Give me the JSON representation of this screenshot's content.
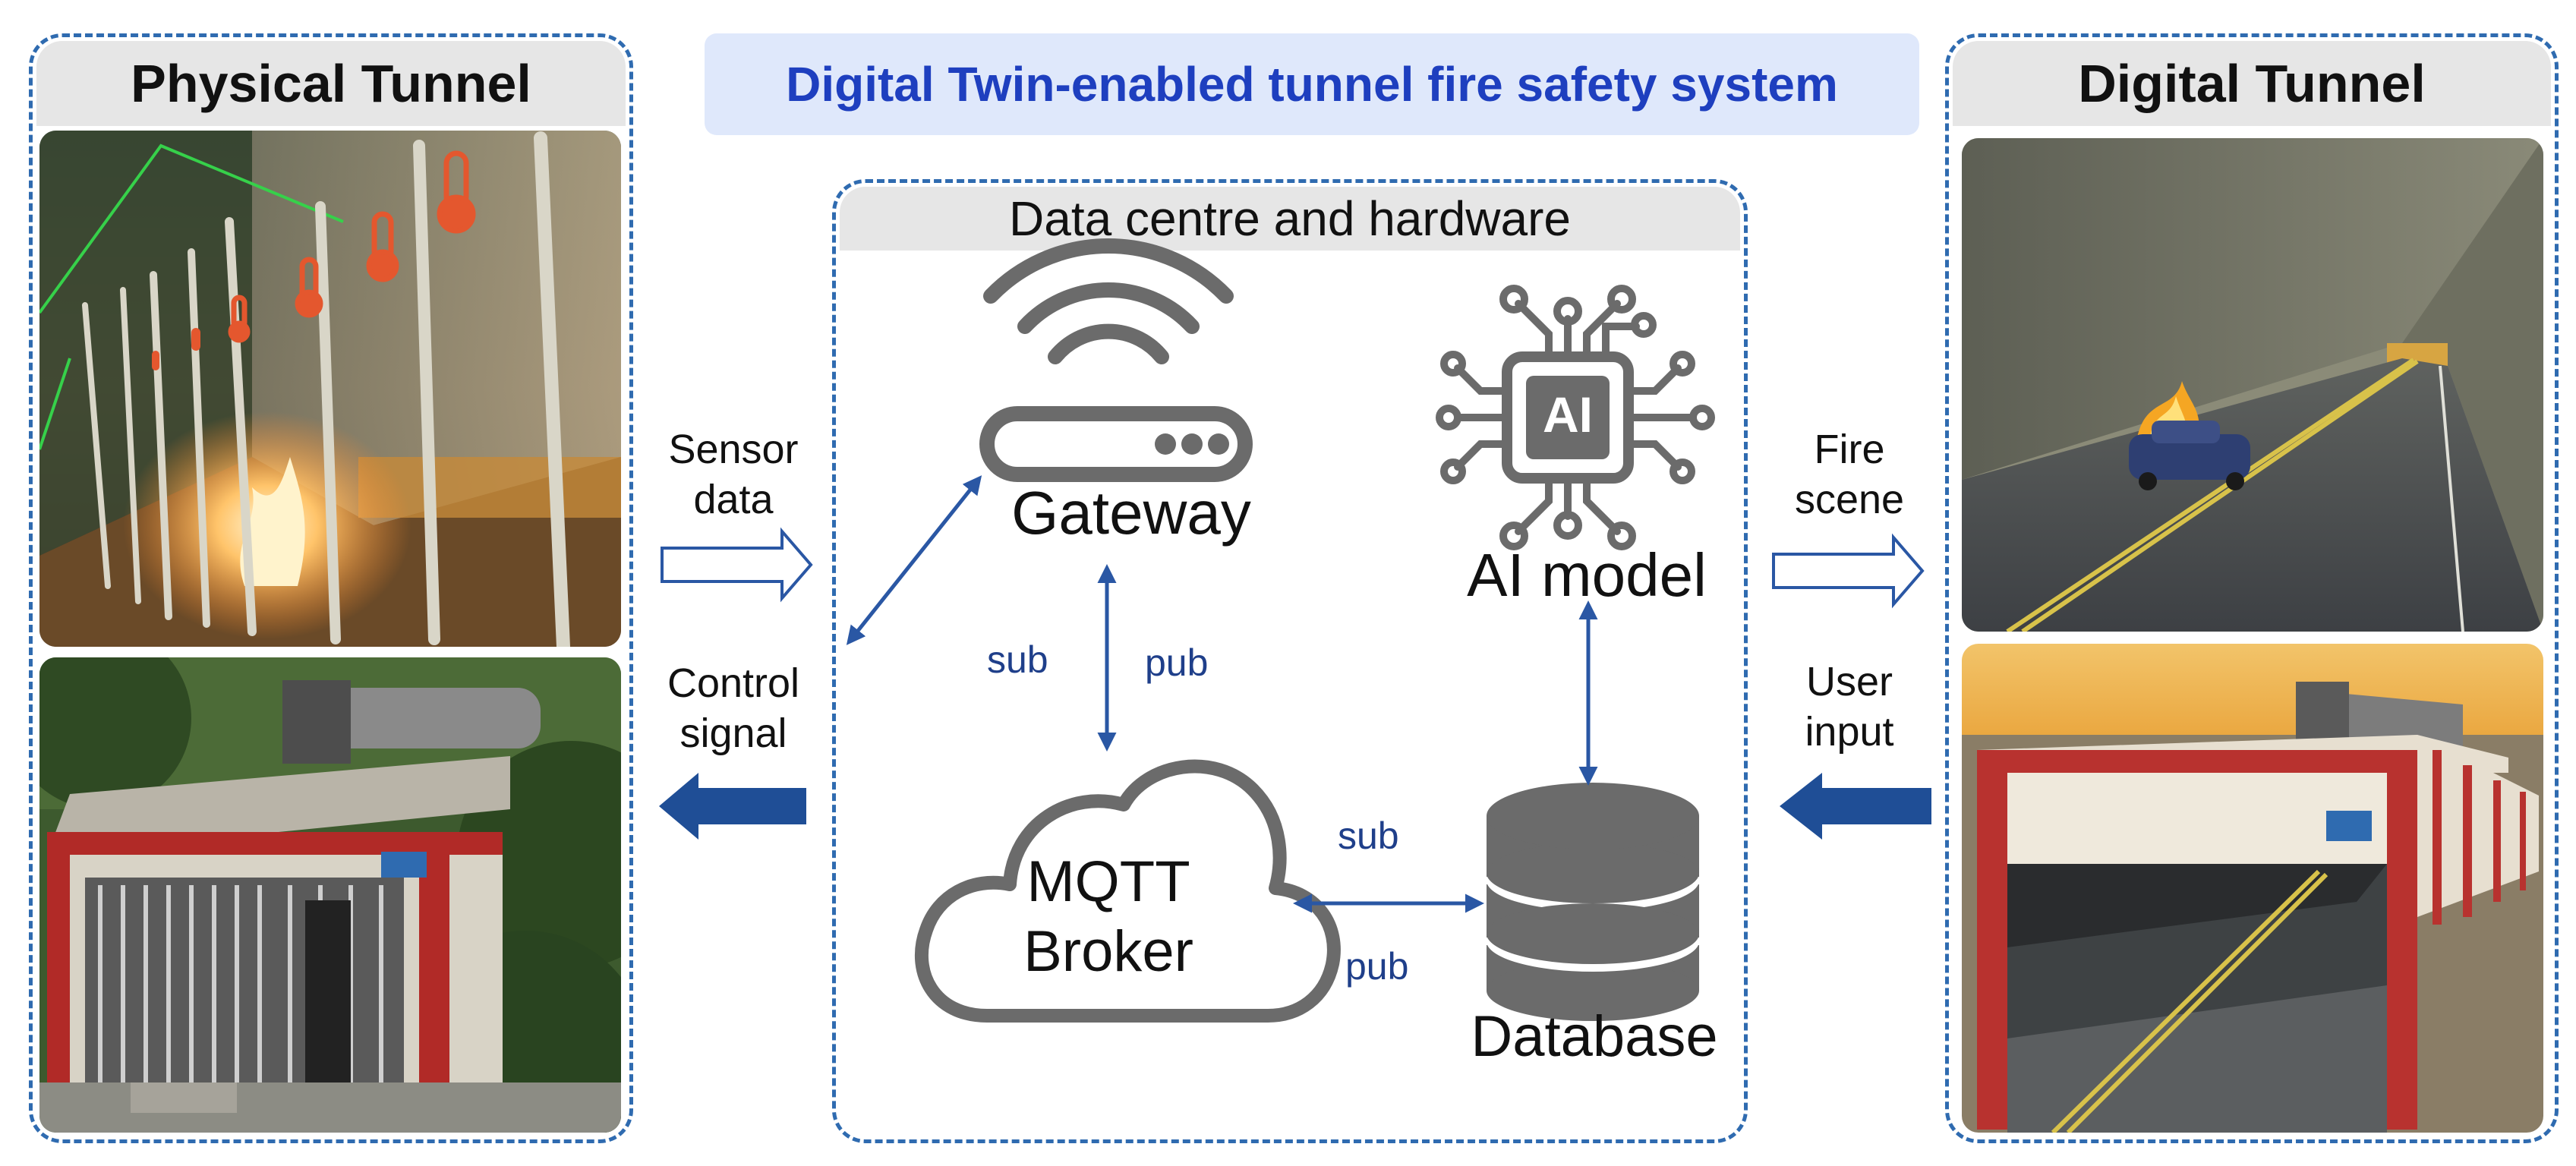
{
  "title": "Digital Twin-enabled tunnel fire safety system",
  "physical": {
    "header": "Physical Tunnel"
  },
  "digital": {
    "header": "Digital Tunnel"
  },
  "centre": {
    "header": "Data centre and hardware",
    "gateway_label": "Gateway",
    "ai_label": "AI model",
    "ai_chip_text": "AI",
    "broker_label_1": "MQTT",
    "broker_label_2": "Broker",
    "database_label": "Database",
    "sub_1": "sub",
    "pub_1": "pub",
    "sub_2": "sub",
    "pub_2": "pub"
  },
  "flows": {
    "sensor_1": "Sensor",
    "sensor_2": "data",
    "control_1": "Control",
    "control_2": "signal",
    "fire_1": "Fire",
    "fire_2": "scene",
    "user_1": "User",
    "user_2": "input"
  },
  "colors": {
    "frame": "#2f6bb0",
    "arrow_solid": "#1f4e96",
    "arrow_line": "#2a57a4",
    "icon_gray": "#6b6b6b",
    "title_text": "#1e3fbf",
    "title_bg": "#dfe8fb",
    "sensor_icon": "#e4572e"
  },
  "icons": {
    "gateway": "wifi-router-icon",
    "ai": "ai-chip-icon",
    "broker": "cloud-icon",
    "database": "database-icon",
    "thermometer": "thermometer-icon"
  }
}
